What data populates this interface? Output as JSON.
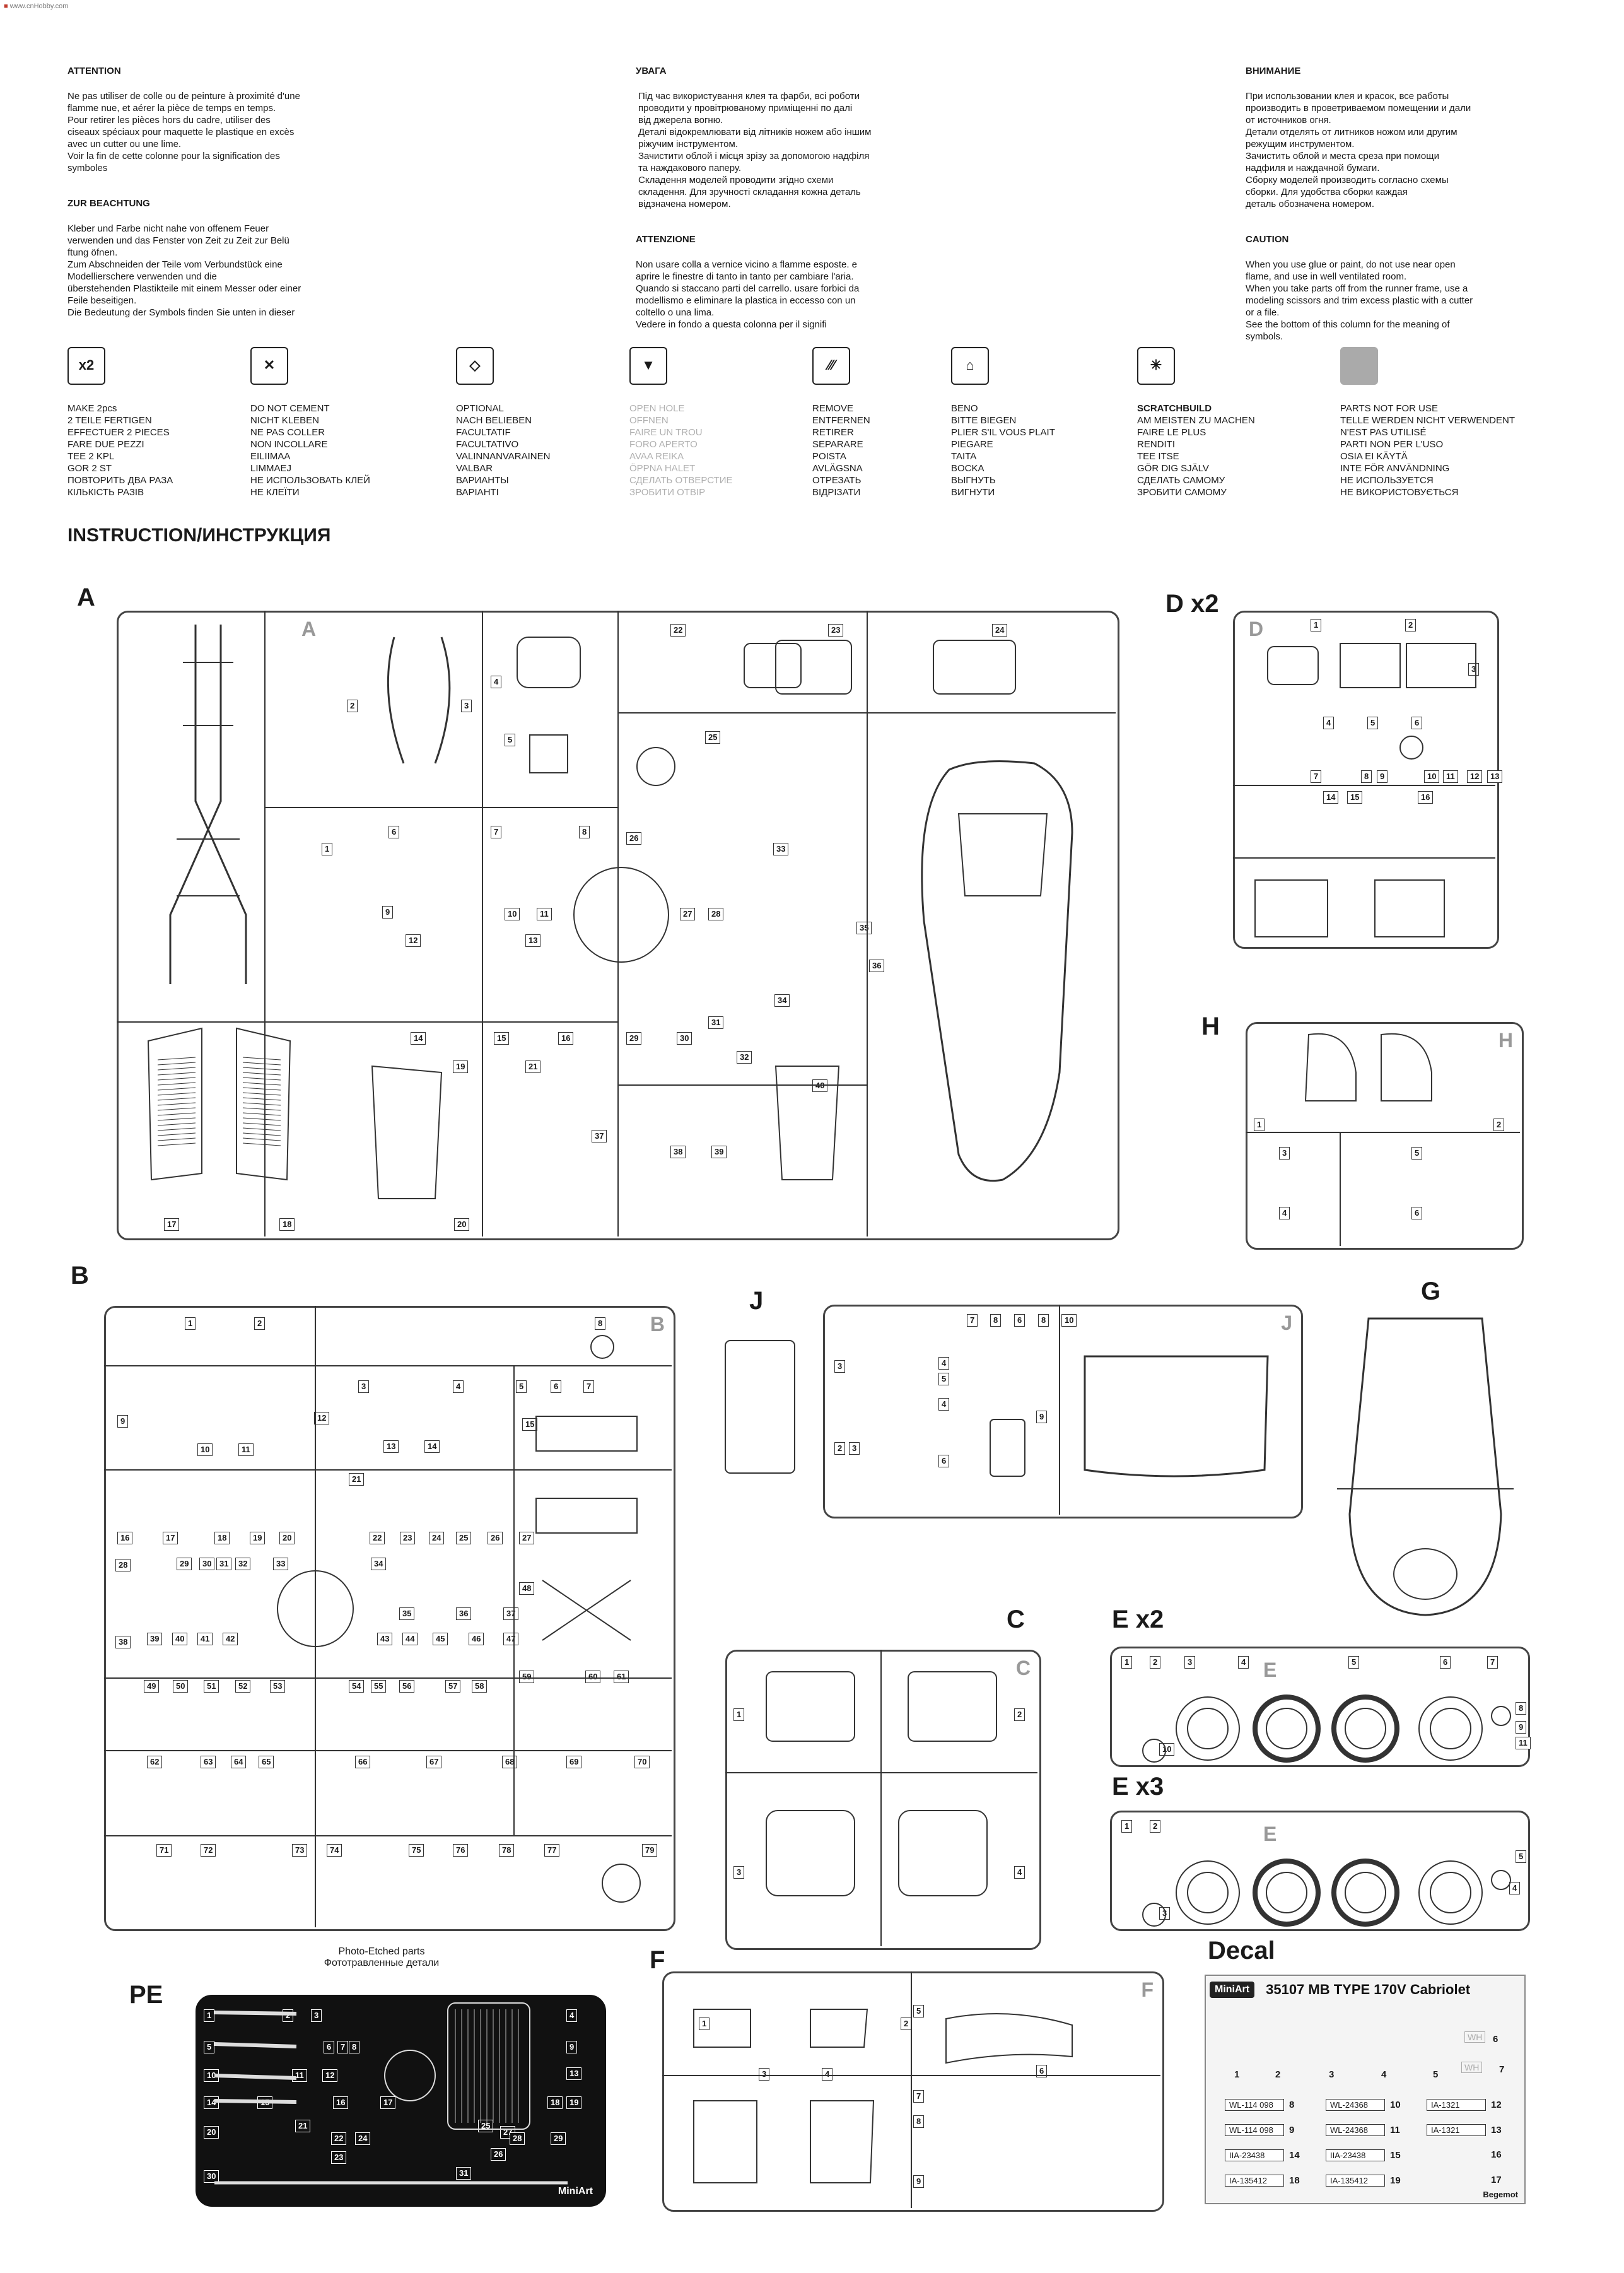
{
  "watermark": {
    "label": "www.cnHobby.com"
  },
  "warnings": [
    {
      "id": "fr",
      "title": "ATTENTION",
      "body": "Ne pas utiliser de colle ou de peinture à proximité d'une\nflamme nue, et aérer la pièce de temps en temps.\nPour retirer les pièces hors du cadre, utiliser des\nciseaux spéciaux pour maquette le plastique en excès\navec un cutter ou une lime.\nVoir la fin de cette colonne pour la signification des\nsymboles"
    },
    {
      "id": "de",
      "title": "ZUR BEACHTUNG",
      "body": "Kleber und Farbe nicht nahe von offenem Feuer\nverwenden und das Fenster von Zeit zu Zeit zur Belü\nftung öfnen.\nZum Abschneiden  der Teile vom Verbundstück eine\nModellierschere   verwenden   und   die\nüberstehenden Plastikteile mit einem Messer oder einer\nFeile beseitigen.\nDie Bedeutung der Symbols finden Sie unten in dieser"
    },
    {
      "id": "ua",
      "title": "УВАГА",
      "body": "Під час використування клея та фарби, всі роботи\nпроводити у провітрюваному  приміщенні по далі\nвід джерела     вогню.\nДеталі відокремлювати від літників ножем або іншим\nріжучим інструментом.\nЗачистити облой і місця зрізу за допомогою надфіля\nта наждакового паперу.\nСкладення моделей проводити згідно  схеми\nскладення. Для зручності складання кожна деталь\nвідзначена номером."
    },
    {
      "id": "it",
      "title": "ATTENZIONE",
      "body": "Non usare colla a vernice vicino a flamme esposte. e\naprire le finestre di tanto in tanto per cambiare l'aria.\nQuando si staccano parti del carrello. usare forbici da\nmodellismo e eliminare la plastica in eccesso con un\ncoltello o una lima.\nVedere in fondo a questa colonna per il signifi"
    },
    {
      "id": "ru",
      "title": "ВНИМАНИЕ",
      "body": "При использовании клея и красок, все работы\nпроизводить в проветриваемом помещении и дали\nот источников огня.\nДетали отделять от литников ножом или другим\nрежущим инструментом.\nЗачистить облой и места среза при помощи\nнадфиля и наждачной бумаги.\nСборку моделей производить согласно схемы\nсборки. Для удобства сборки каждая\nдеталь обозначена номером."
    },
    {
      "id": "en",
      "title": "CAUTION",
      "body": "When you use glue or paint, do not use near open\nflame, and use in well ventilated room.\nWhen you take parts off from the runner frame, use a\nmodeling scissors and trim excess plastic with a cutter\nor a file.\nSee the bottom of this column for the meaning of\nsymbols."
    }
  ],
  "symbols": [
    {
      "icon": "make-two-icon",
      "glyph": "x2",
      "lines": [
        "MAKE 2pcs",
        "2 TEILE FERTIGEN",
        "EFFECTUER 2 PIECES",
        "FARE DUE PEZZI",
        "TEE 2 KPL",
        "GOR 2 ST",
        "ПОВТОРИТЬ ДВА РАЗА",
        "КІЛЬКІСТЬ РАЗІВ"
      ]
    },
    {
      "icon": "do-not-cement-icon",
      "glyph": "✕",
      "lines": [
        "DO NOT CEMENT",
        "NICHT KLEBEN",
        "NE PAS COLLER",
        "NON INCOLLARE",
        "EILIIMAA",
        "LIMMAEJ",
        "НЕ ИСПОЛЬЗОВАТЬ КЛЕЙ",
        "НЕ КЛЕЇТИ"
      ]
    },
    {
      "icon": "optional-icon",
      "glyph": "◇",
      "lines": [
        "OPTIONAL",
        "NACH BELIEBEN",
        "FACULTATIF",
        "FACULTATIVO",
        "VALINNANVARAINEN",
        "VALBAR",
        "ВАРИАНТЫ",
        "ВАРІАНТІ"
      ]
    },
    {
      "icon": "open-hole-icon",
      "glyph": "▼",
      "faded": true,
      "lines": [
        "OPEN HOLE",
        "OFFNEN",
        "FAIRE UN TROU",
        "FORO APERTO",
        "AVAA REIKA",
        "ÖPPNA HALET",
        "СДЕЛАТЬ ОТВЕРСТИЕ",
        "ЗРОБИТИ ОТВІР"
      ]
    },
    {
      "icon": "remove-icon",
      "glyph": "⁄⁄⁄",
      "lines": [
        "REMOVE",
        "ENTFERNEN",
        "RETIRER",
        "SEPARARE",
        "POISTA",
        "AVLÄGSNA",
        "ОТРЕЗАТЬ",
        "ВІДРІЗАТИ"
      ]
    },
    {
      "icon": "bend-icon",
      "glyph": "⌂",
      "lines": [
        "BENO",
        "BITTE BIEGEN",
        "PLIER S'IL VOUS PLAIT",
        "PIEGARE",
        "TAITA",
        "BOCKA",
        "ВЫГНУТЬ",
        "ВИГНУТИ"
      ]
    },
    {
      "icon": "scratchbuild-icon",
      "glyph": "✳",
      "head": true,
      "lines": [
        "SCRATCHBUILD",
        "AM MEISTEN ZU MACHEN",
        "FAIRE LE PLUS",
        "RENDITI",
        "TEE ITSE",
        "GÖR DIG SJÄLV",
        "СДЕЛАТЬ САМОМУ",
        "ЗРОБИТИ САМОМУ"
      ]
    },
    {
      "icon": "not-for-use-icon",
      "glyph": "",
      "filled": true,
      "lines": [
        "PARTS NOT FOR USE",
        "TELLE WERDEN NICHT VERWENDENT",
        "N'EST PAS UTILISÉ",
        "PARTI NON PER  L'USO",
        "OSIA EI KÄYTÄ",
        "INTE FÖR ANVÄNDNING",
        "НЕ ИСПОЛЬЗУЕТСЯ",
        "НЕ ВИКОРИСТОВУЄТЬСЯ"
      ]
    }
  ],
  "instruction_heading": "INSTRUCTION/ИНСТРУКЦИЯ",
  "sprues": {
    "A": {
      "label": "A",
      "tag": "A"
    },
    "D": {
      "label": "D x2",
      "tag": "D"
    },
    "H": {
      "label": "H",
      "tag": "H"
    },
    "B": {
      "label": "B",
      "tag": "B"
    },
    "J": {
      "label": "J",
      "tag": "J"
    },
    "G": {
      "label": "G"
    },
    "C": {
      "label": "C",
      "tag": "C"
    },
    "E2": {
      "label": "E x2",
      "tag": "E"
    },
    "E3": {
      "label": "E x3",
      "tag": "E"
    },
    "PE": {
      "label": "PE",
      "caption_en": "Photo-Etched parts",
      "caption_ru": "Фототравленные детали",
      "brand": "MiniArt"
    },
    "F": {
      "label": "F",
      "tag": "F"
    }
  },
  "decal": {
    "label": "Decal",
    "brand": "MiniArt",
    "title": "35107 MB TYPE 170V Cabriolet",
    "row_numbers": [
      "1",
      "2",
      "3",
      "4",
      "5",
      "6",
      "7"
    ],
    "plates": [
      {
        "text": "WL-114 098",
        "n": "8"
      },
      {
        "text": "WL-24368",
        "n": "10"
      },
      {
        "text": "IA-1321",
        "n": "12"
      },
      {
        "text": "WL-114 098",
        "n": "9"
      },
      {
        "text": "WL-24368",
        "n": "11"
      },
      {
        "text": "IA-1321",
        "n": "13"
      },
      {
        "text": "IIA-23438",
        "n": "14"
      },
      {
        "text": "IIA-23438",
        "n": "15"
      },
      {
        "text": "",
        "n": "16"
      },
      {
        "text": "IA-135412",
        "n": "18"
      },
      {
        "text": "IA-135412",
        "n": "19"
      },
      {
        "text": "",
        "n": "17"
      }
    ],
    "tag": "WH",
    "printer": "Begemot"
  }
}
